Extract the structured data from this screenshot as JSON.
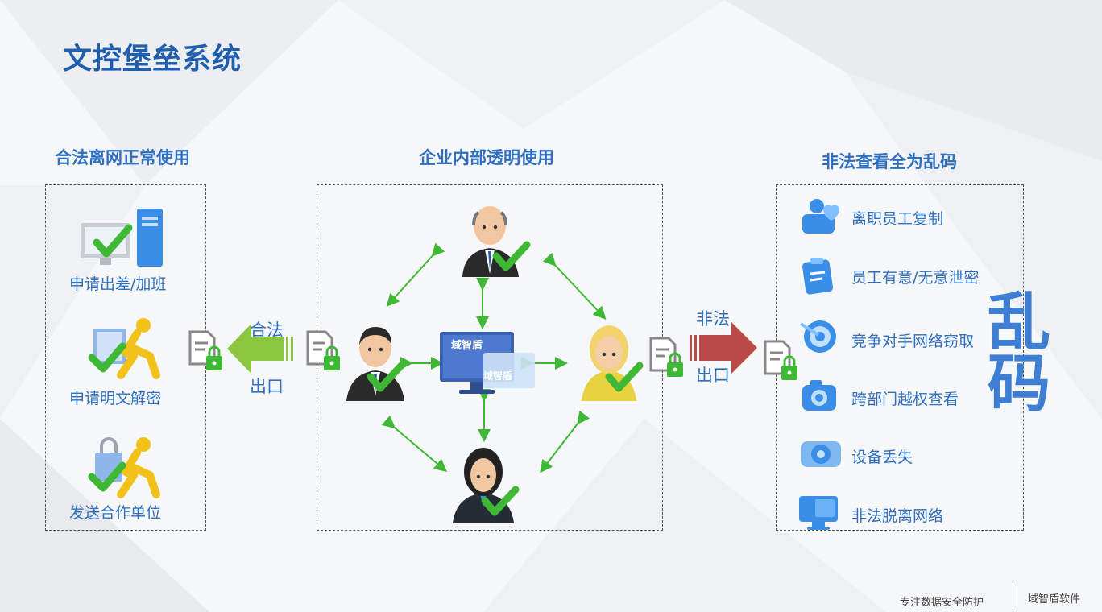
{
  "title": "文控堡垒系统",
  "left": {
    "heading": "合法离网正常使用",
    "items": [
      "申请出差/加班",
      "申请明文解密",
      "发送合作单位"
    ]
  },
  "center": {
    "heading": "企业内部透明使用",
    "monitor_brand": "域智盾"
  },
  "right": {
    "heading": "非法查看全为乱码",
    "items": [
      "离职员工复制",
      "员工有意/无意泄密",
      "竞争对手网络窃取",
      "跨部门越权查看",
      "设备丢失",
      "非法脱离网络"
    ],
    "big_text_1": "乱",
    "big_text_2": "码"
  },
  "legal_arrow": {
    "top": "合法",
    "bottom": "出口"
  },
  "illegal_arrow": {
    "top": "非法",
    "bottom": "出口"
  },
  "footer": {
    "slogan": "专注数据安全防护",
    "brand": "域智盾软件"
  },
  "colors": {
    "title": "#1f5fae",
    "accent": "#2f6fc0",
    "check": "#3fb935",
    "legal_arrow": "#8cc63f",
    "illegal_arrow": "#b94a48"
  }
}
